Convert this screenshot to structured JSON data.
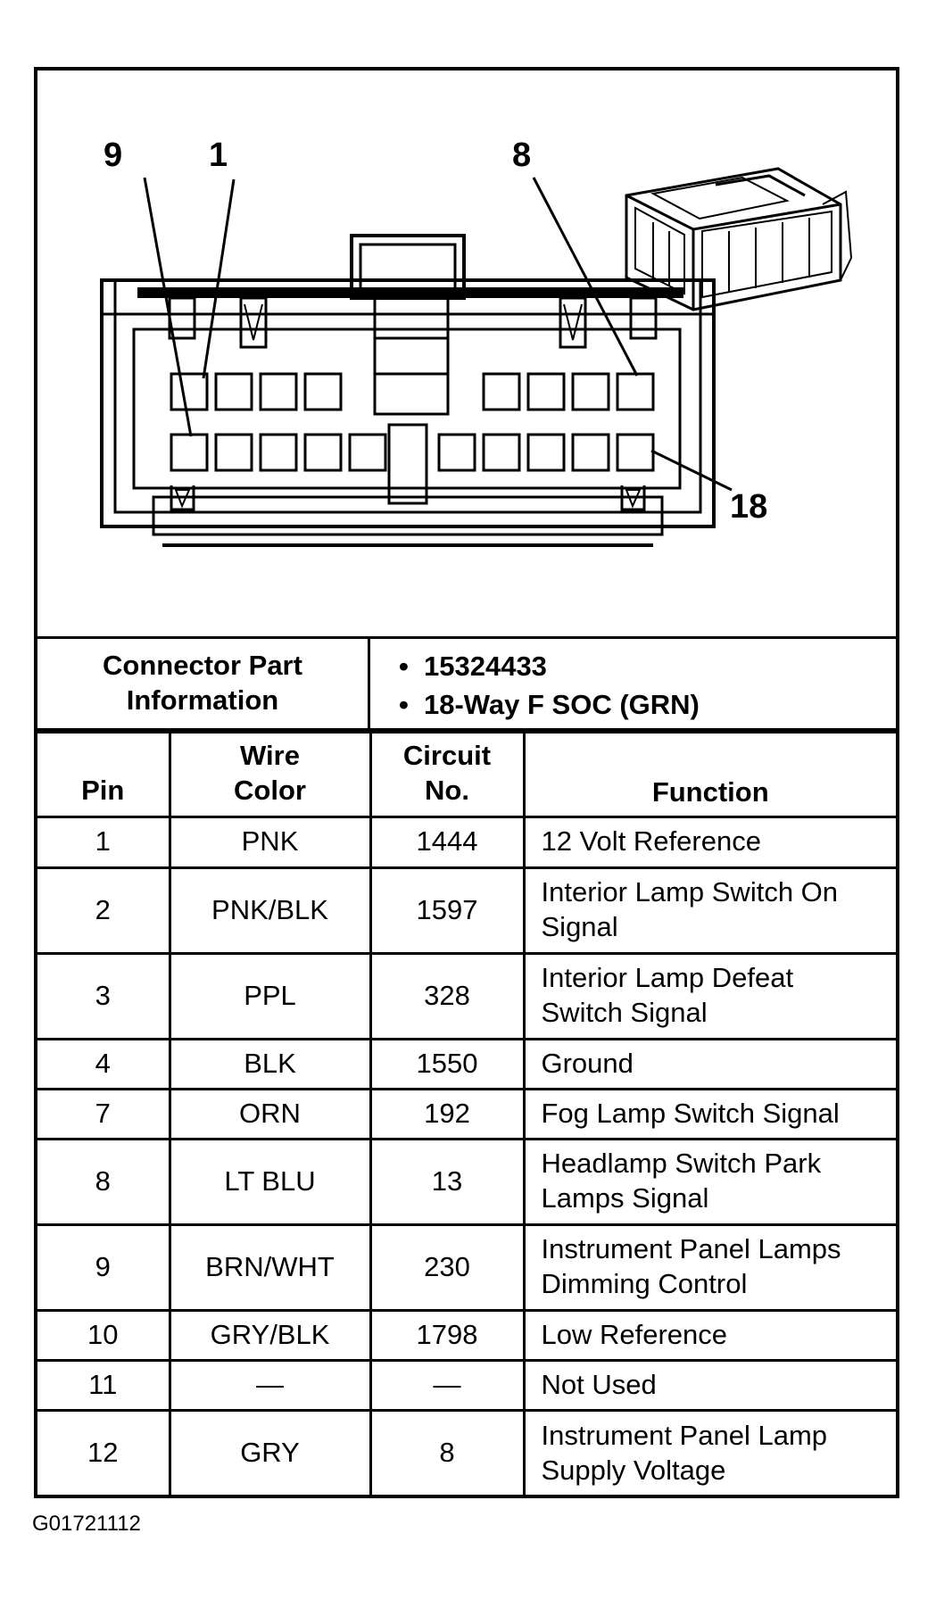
{
  "callouts": {
    "pin9": "9",
    "pin1": "1",
    "pin8": "8",
    "pin18": "18"
  },
  "connector_info": {
    "label_line1": "Connector Part",
    "label_line2": "Information",
    "part_number": "15324433",
    "description": "18-Way F SOC (GRN)"
  },
  "table": {
    "headers": {
      "pin": "Pin",
      "wire_color_line1": "Wire",
      "wire_color_line2": "Color",
      "circuit_line1": "Circuit",
      "circuit_line2": "No.",
      "function": "Function"
    },
    "rows": [
      {
        "pin": "1",
        "wire": "PNK",
        "circuit": "1444",
        "function_line1": "12 Volt Reference",
        "function_line2": ""
      },
      {
        "pin": "2",
        "wire": "PNK/BLK",
        "circuit": "1597",
        "function_line1": "Interior Lamp Switch On",
        "function_line2": "Signal"
      },
      {
        "pin": "3",
        "wire": "PPL",
        "circuit": "328",
        "function_line1": "Interior Lamp Defeat",
        "function_line2": "Switch Signal"
      },
      {
        "pin": "4",
        "wire": "BLK",
        "circuit": "1550",
        "function_line1": "Ground",
        "function_line2": ""
      },
      {
        "pin": "7",
        "wire": "ORN",
        "circuit": "192",
        "function_line1": "Fog Lamp Switch Signal",
        "function_line2": ""
      },
      {
        "pin": "8",
        "wire": "LT BLU",
        "circuit": "13",
        "function_line1": "Headlamp Switch Park",
        "function_line2": "Lamps Signal"
      },
      {
        "pin": "9",
        "wire": "BRN/WHT",
        "circuit": "230",
        "function_line1": "Instrument Panel Lamps",
        "function_line2": "Dimming Control"
      },
      {
        "pin": "10",
        "wire": "GRY/BLK",
        "circuit": "1798",
        "function_line1": "Low Reference",
        "function_line2": ""
      },
      {
        "pin": "11",
        "wire": "—",
        "circuit": "—",
        "function_line1": "Not Used",
        "function_line2": ""
      },
      {
        "pin": "12",
        "wire": "GRY",
        "circuit": "8",
        "function_line1": "Instrument Panel Lamp",
        "function_line2": "Supply Voltage"
      }
    ]
  },
  "figure_id": "G01721112"
}
